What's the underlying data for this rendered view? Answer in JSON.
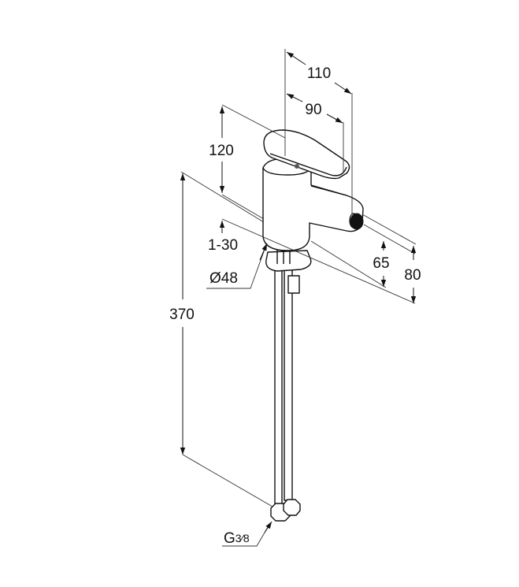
{
  "title": "Bidet mixer dimension drawing",
  "dimensions": {
    "overall_depth": "110",
    "handle_depth": "90",
    "height_above_deck": "120",
    "deck_thickness": "1-30",
    "base_diameter": "Ø48",
    "hose_length": "370",
    "spout_outlet_height": "65",
    "spout_top_height": "80",
    "connection_thread": "G",
    "connection_fraction": "3⁄8"
  }
}
